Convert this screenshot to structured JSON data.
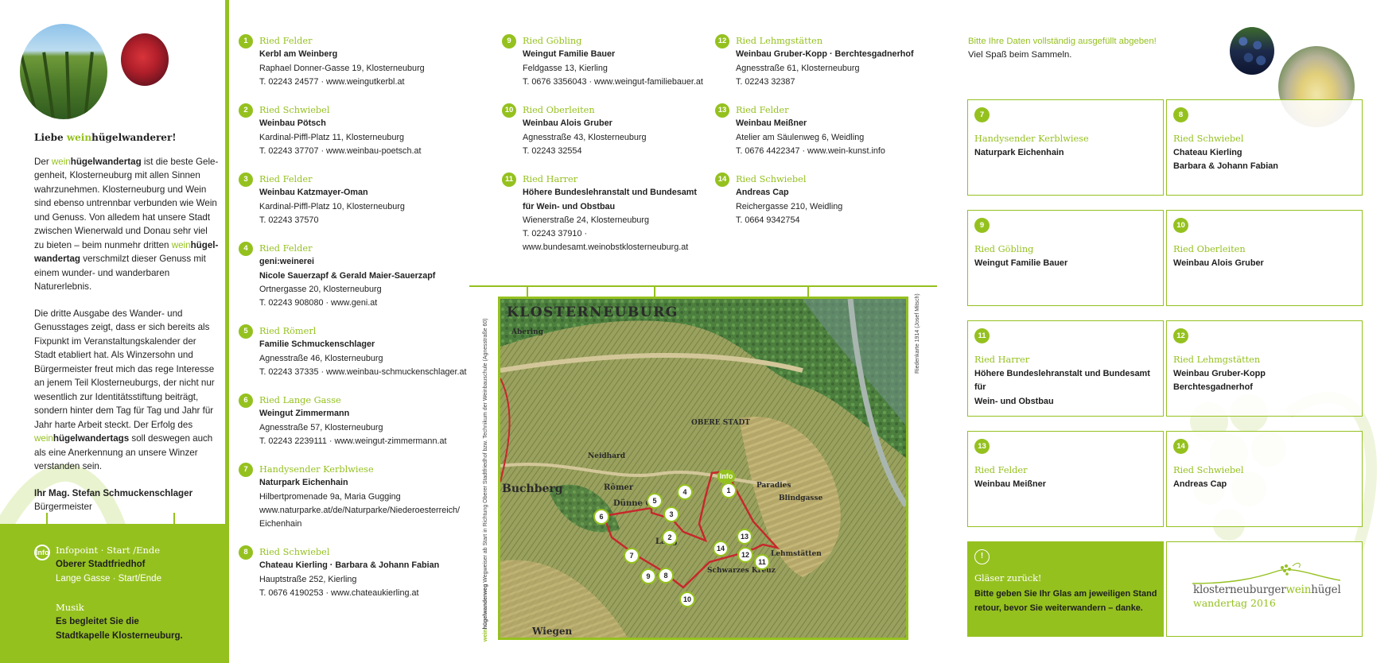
{
  "left": {
    "heading_pre": "Liebe ",
    "heading_green": "wein",
    "heading_post": "hügelwanderer!",
    "p1_a": "Der ",
    "p1_green": "wein",
    "p1_bold": "hügelwandertag",
    "p1_b": " ist die beste Gele­genheit, Klosterneuburg mit allen Sinnen wahrzunehmen. Klosterneuburg und Wein sind ebenso untrennbar verbunden wie Wein und Genuss. Von alledem hat unsere Stadt zwischen Wienerwald und Donau sehr viel zu bieten – beim nunmehr dritten ",
    "p1_green2": "wein",
    "p1_bold2": "hügel­wandertag",
    "p1_c": " verschmilzt dieser Genuss mit einem wunder- und wanderbaren Naturerlebnis.",
    "p2_a": "Die dritte Ausgabe des Wander- und Genuss­tages zeigt, dass er sich bereits als Fixpunkt im Veranstaltungskalender der Stadt etabliert hat. Als Winzersohn und Bürgermeister freut mich das rege Interesse an jenem Teil Kloster­neuburgs, der nicht nur wesentlich zur Identi­tätsstiftung beiträgt, sondern hinter dem Tag für Tag und Jahr für Jahr harte Arbeit steckt. Der Erfolg des ",
    "p2_green": "wein",
    "p2_bold": "hügelwandertags",
    "p2_b": " soll des­wegen auch als eine Anerkennung an unsere Winzer verstanden sein.",
    "signature": "Ihr Mag. Stefan Schmuckenschlager",
    "role": "Bürgermeister",
    "info_badge": "Info",
    "info_title": "Infopoint · Start /Ende",
    "info_place": "Oberer Stadtfriedhof",
    "info_addr": "Lange Gasse · Start/Ende",
    "music_title": "Musik",
    "music_l1": "Es begleitet Sie die",
    "music_l2": "Stadtkapelle Klosterneuburg."
  },
  "stations": [
    {
      "num": "1",
      "ried": "Ried Felder",
      "name": "Kerbl am Weinberg",
      "lines": [
        "Raphael Donner-Gasse 19, Klosterneuburg",
        "T. 02243 24577 · www.weingutkerbl.at"
      ]
    },
    {
      "num": "2",
      "ried": "Ried Schwiebel",
      "name": "Weinbau Pötsch",
      "lines": [
        "Kardinal-Piffl-Platz 11, Klosterneuburg",
        "T. 02243 37707 · www.weinbau-poetsch.at"
      ]
    },
    {
      "num": "3",
      "ried": "Ried Felder",
      "name": "Weinbau Katzmayer-Oman",
      "lines": [
        "Kardinal-Piffl-Platz 10, Klosterneuburg",
        "T. 02243 37570"
      ]
    },
    {
      "num": "4",
      "ried": "Ried Felder",
      "name": "geni:weinerei",
      "name2": "Nicole Sauerzapf & Gerald Maier-Sauerzapf",
      "lines": [
        "Ortnergasse 20, Klosterneuburg",
        "T. 02243 908080 · www.geni.at"
      ]
    },
    {
      "num": "5",
      "ried": "Ried Römerl",
      "name": "Familie Schmuckenschlager",
      "lines": [
        "Agnesstraße 46, Klosterneuburg",
        "T. 02243 37335 · www.weinbau-schmuckenschlager.at"
      ]
    },
    {
      "num": "6",
      "ried": "Ried Lange Gasse",
      "name": "Weingut Zimmermann",
      "lines": [
        "Agnesstraße 57, Klosterneuburg",
        "T. 02243 2239111 · www.weingut-zimmermann.at"
      ]
    },
    {
      "num": "7",
      "ried": "Handysender Kerblwiese",
      "name": "Naturpark Eichenhain",
      "lines": [
        "Hilbertpromenade 9a, Maria Gugging",
        "www.naturparke.at/de/Naturparke/Niederoesterreich/",
        "Eichenhain"
      ]
    },
    {
      "num": "8",
      "ried": "Ried Schwiebel",
      "name": "Chateau Kierling · Barbara & Johann Fabian",
      "lines": [
        "Hauptstraße 252, Kierling",
        "T. 0676 4190253 · www.chateaukierling.at"
      ]
    },
    {
      "num": "9",
      "ried": "Ried Göbling",
      "name": "Weingut Familie Bauer",
      "lines": [
        "Feldgasse 13, Kierling",
        "T. 0676 3356043 · www.weingut-familiebauer.at"
      ]
    },
    {
      "num": "10",
      "ried": "Ried Oberleiten",
      "name": "Weinbau Alois Gruber",
      "lines": [
        "Agnesstraße 43, Klosterneuburg",
        "T. 02243 32554"
      ]
    },
    {
      "num": "11",
      "ried": "Ried Harrer",
      "name": "Höhere Bundeslehranstalt und Bundesamt",
      "name2": "für Wein- und Obstbau",
      "lines": [
        "Wienerstraße 24, Klosterneuburg",
        "T. 02243 37910 ·",
        "www.bundesamt.weinobstklosterneuburg.at"
      ]
    },
    {
      "num": "12",
      "ried": "Ried Lehmgstätten",
      "name": "Weinbau Gruber-Kopp · Berchtesgadnerhof",
      "lines": [
        "Agnesstraße 61, Klosterneuburg",
        "T. 02243 32387"
      ]
    },
    {
      "num": "13",
      "ried": "Ried Felder",
      "name": "Weinbau Meißner",
      "lines": [
        "Atelier am Säulenweg 6, Weidling",
        "T. 0676 4422347 · www.wein-kunst.info"
      ]
    },
    {
      "num": "14",
      "ried": "Ried Schwiebel",
      "name": "Andreas Cap",
      "lines": [
        "Reichergasse 210, Weidling",
        "T. 0664 9342754"
      ]
    }
  ],
  "map": {
    "caption_left_bold1": "wein",
    "caption_left_bold2": "hügelwanderweg",
    "caption_left_rest": "  Wegweiser ab Start in Richtung Oberer Stadtfriedhof bzw. Technikum der Weinbauschule (Agnesstraße 60)",
    "caption_right": "Riedenkarte 1914 (Josef Mitsch)",
    "info_marker": "Info",
    "map_words": [
      "KLOSTERNEUBURG",
      "Abering",
      "OBERE STADT",
      "Neidhard",
      "Buchberg",
      "Rômer",
      "Dünne Gai",
      "Paradies",
      "Blindgasse",
      "Lehmstätten",
      "Schwarzes Kreuz",
      "Wiegen",
      "Lang"
    ],
    "markers": [
      "1",
      "2",
      "3",
      "4",
      "5",
      "6",
      "7",
      "8",
      "9",
      "10",
      "11",
      "12",
      "13",
      "14"
    ]
  },
  "right": {
    "intro_green": "Bitte Ihre Daten vollständig ausgefüllt abgeben!",
    "intro_black": "Viel Spaß beim Sammeln.",
    "cards": [
      {
        "num": "7",
        "ried": "Handysender Kerblwiese",
        "name": "Naturpark Eichenhain",
        "name2": ""
      },
      {
        "num": "8",
        "ried": "Ried Schwiebel",
        "name": "Chateau Kierling",
        "name2": "Barbara & Johann Fabian"
      },
      {
        "num": "9",
        "ried": "Ried Göbling",
        "name": "Weingut Familie Bauer",
        "name2": ""
      },
      {
        "num": "10",
        "ried": "Ried Oberleiten",
        "name": "Weinbau Alois Gruber",
        "name2": ""
      },
      {
        "num": "11",
        "ried": "Ried Harrer",
        "name": "Höhere Bundeslehranstalt und Bundesamt für",
        "name2": "Wein- und Obstbau"
      },
      {
        "num": "12",
        "ried": "Ried Lehmgstätten",
        "name": "Weinbau Gruber-Kopp",
        "name2": "Berchtesgadnerhof"
      },
      {
        "num": "13",
        "ried": "Ried Felder",
        "name": "Weinbau Meißner",
        "name2": ""
      },
      {
        "num": "14",
        "ried": "Ried Schwiebel",
        "name": "Andreas Cap",
        "name2": ""
      }
    ],
    "glass_badge": "!",
    "glass_title": "Gläser zurück!",
    "glass_text": "Bitte geben Sie Ihr Glas am jeweiligen Stand retour, bevor Sie weiterwandern – danke.",
    "logo_a": "klosterneuburger",
    "logo_b": "wein",
    "logo_c": "hügel",
    "logo_line2": "wandertag 2016"
  },
  "colors": {
    "accent": "#95c11f",
    "route": "#c8262b"
  }
}
